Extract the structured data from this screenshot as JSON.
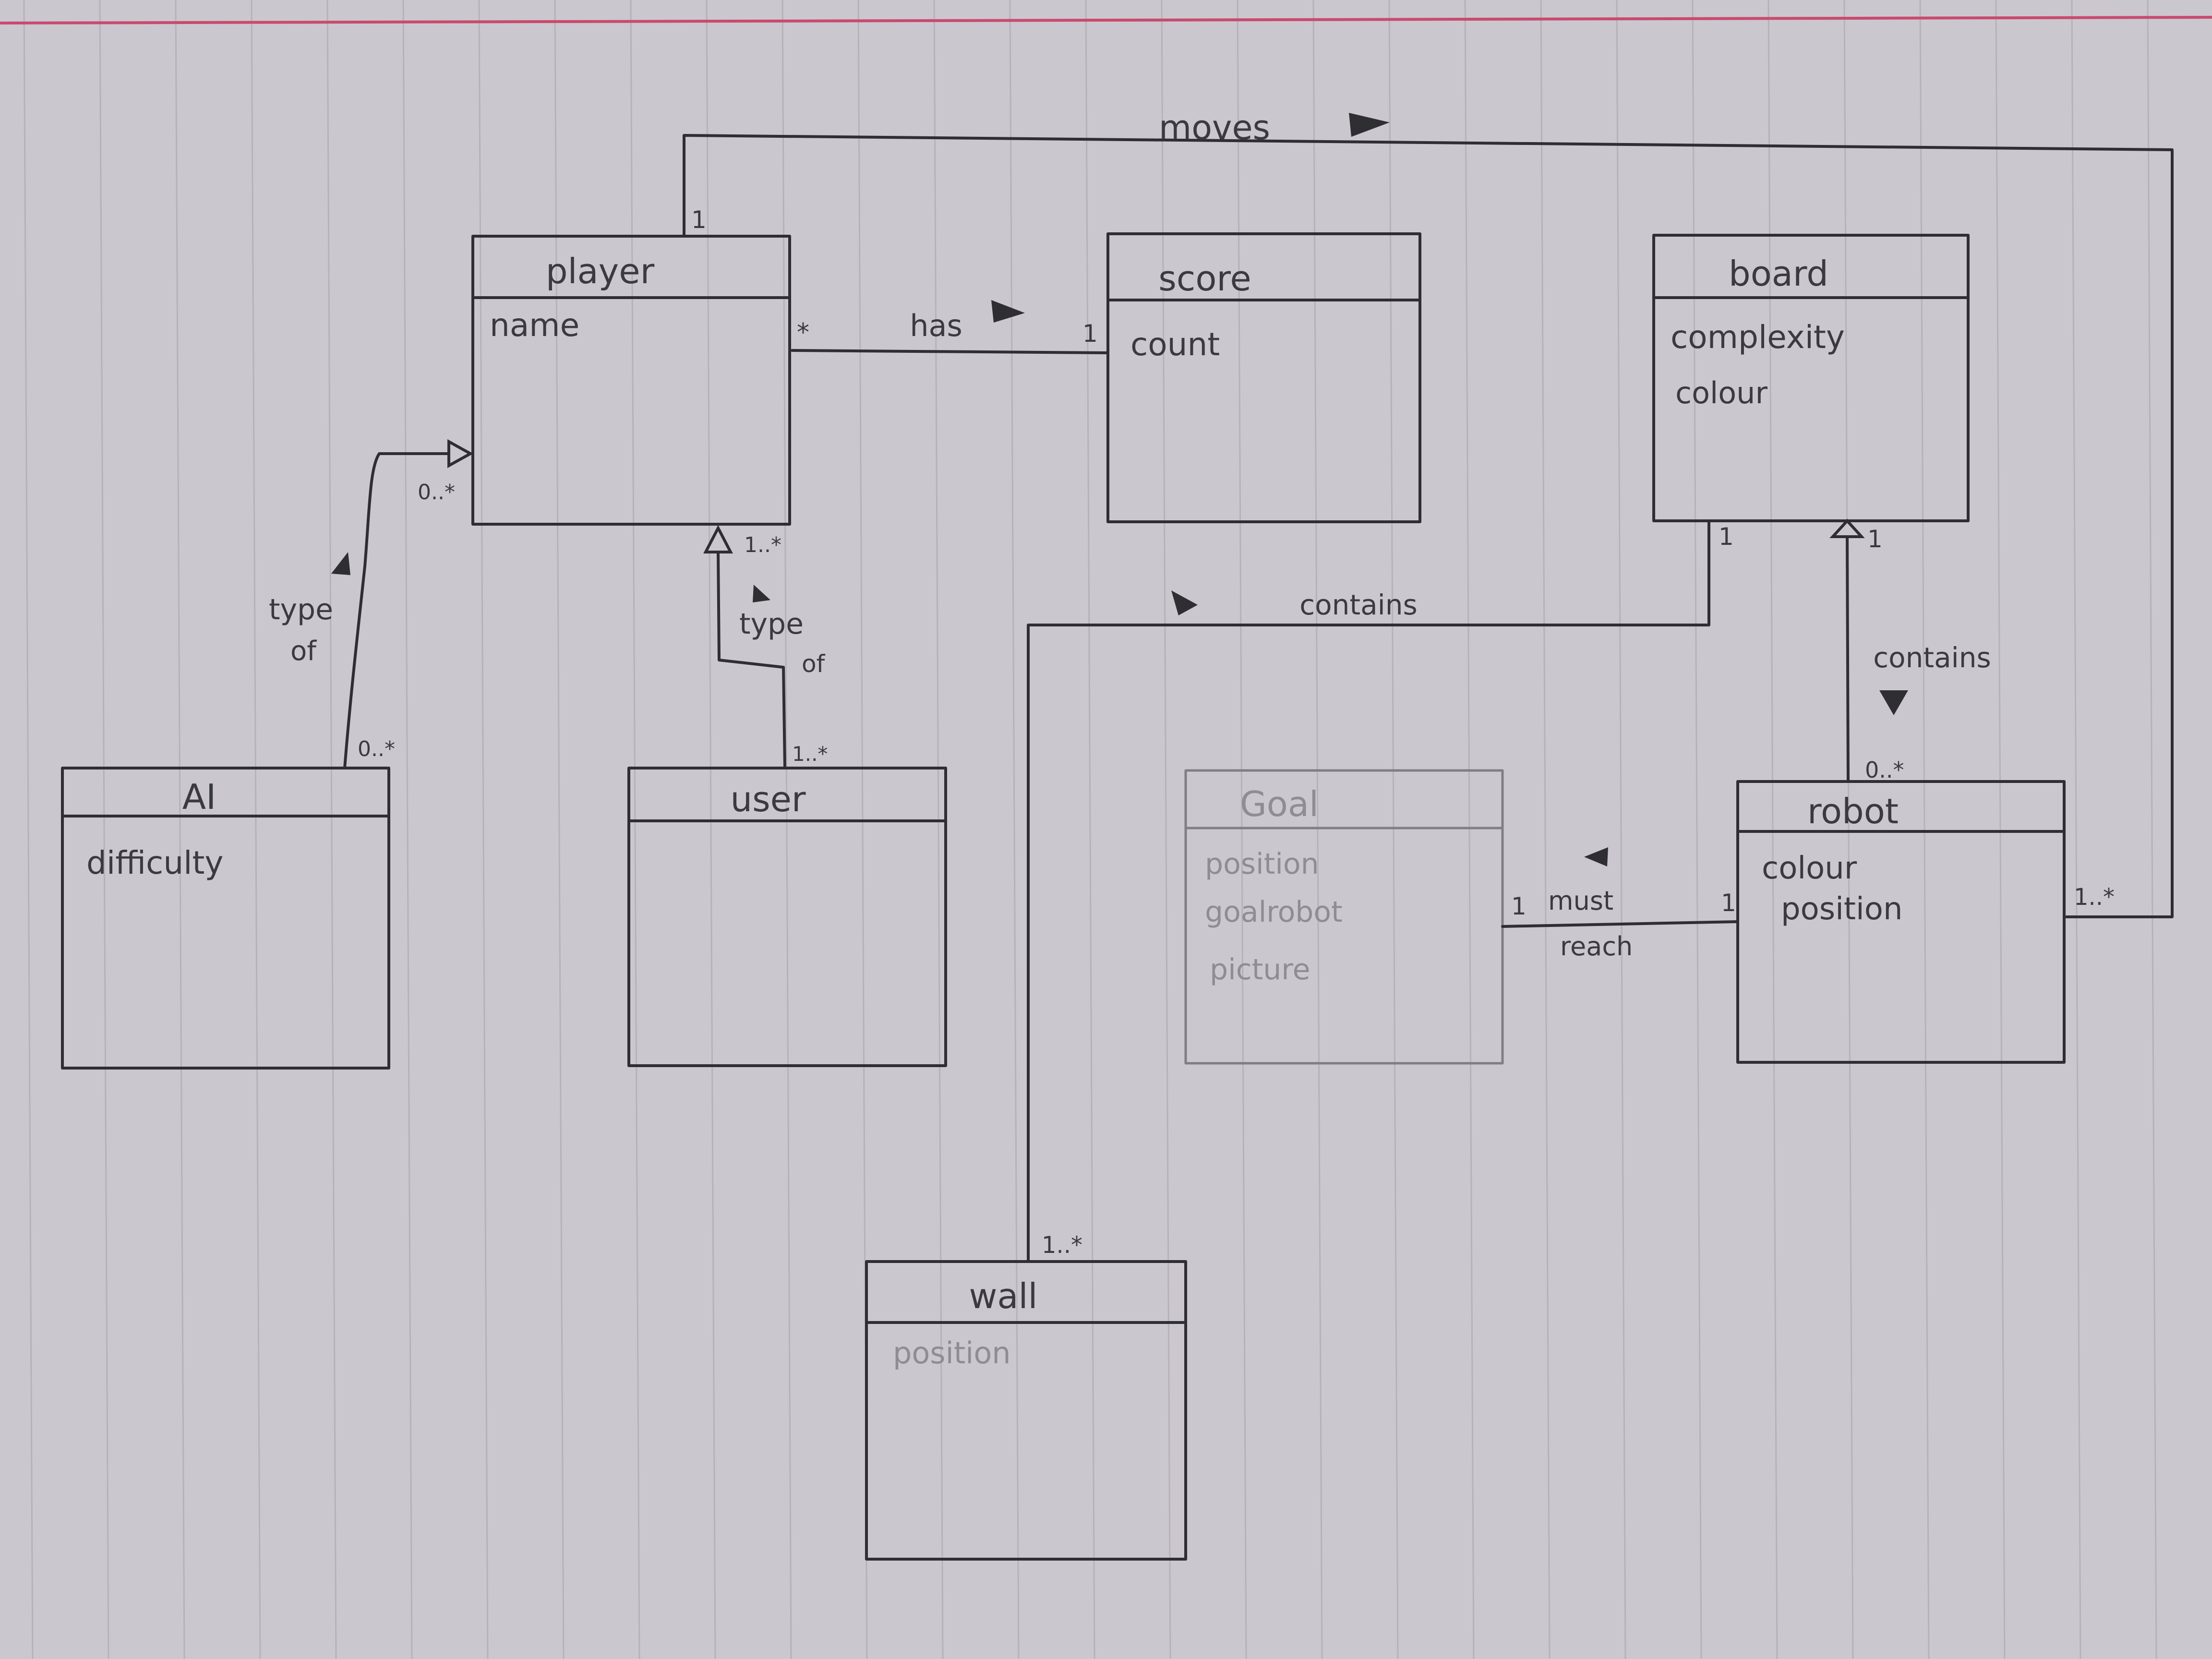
{
  "classes": {
    "player": {
      "name": "player",
      "attributes": [
        "name"
      ]
    },
    "score": {
      "name": "score",
      "attributes": [
        "count"
      ]
    },
    "board": {
      "name": "board",
      "attributes": [
        "complexity",
        "colour"
      ]
    },
    "ai": {
      "name": "AI",
      "attributes": [
        "difficulty"
      ]
    },
    "user": {
      "name": "user",
      "attributes": []
    },
    "goal": {
      "name": "Goal",
      "attributes": [
        "position",
        "goalrobot",
        "picture"
      ]
    },
    "robot": {
      "name": "robot",
      "attributes": [
        "colour",
        "position"
      ]
    },
    "wall": {
      "name": "wall",
      "attributes": [
        "position"
      ]
    }
  },
  "relations": {
    "moves": {
      "label": "moves",
      "from_mult": "1",
      "to_mult": "1..*"
    },
    "has": {
      "label": "has",
      "from_mult": "*",
      "to_mult": "1"
    },
    "board_wall": {
      "label": "contains",
      "from_mult": "1",
      "to_mult": "1..*"
    },
    "board_robot": {
      "label": "contains",
      "from_mult": "1",
      "to_mult": "0..*"
    },
    "ai_player": {
      "label_line1": "type",
      "label_line2": "of",
      "from_mult": "0..*",
      "to_mult": "0..*"
    },
    "user_player": {
      "label_line1": "type",
      "label_line2": "of",
      "from_mult": "1..*",
      "to_mult": "1..*"
    },
    "goal_robot": {
      "label_line1": "must",
      "label_line2": "reach",
      "from_mult": "1",
      "to_mult": "1"
    }
  },
  "colors": {
    "paper": "#cbc7cf",
    "ink": "#2e2e33",
    "rule": "#b6b2ba",
    "margin": "#c94a6e"
  }
}
